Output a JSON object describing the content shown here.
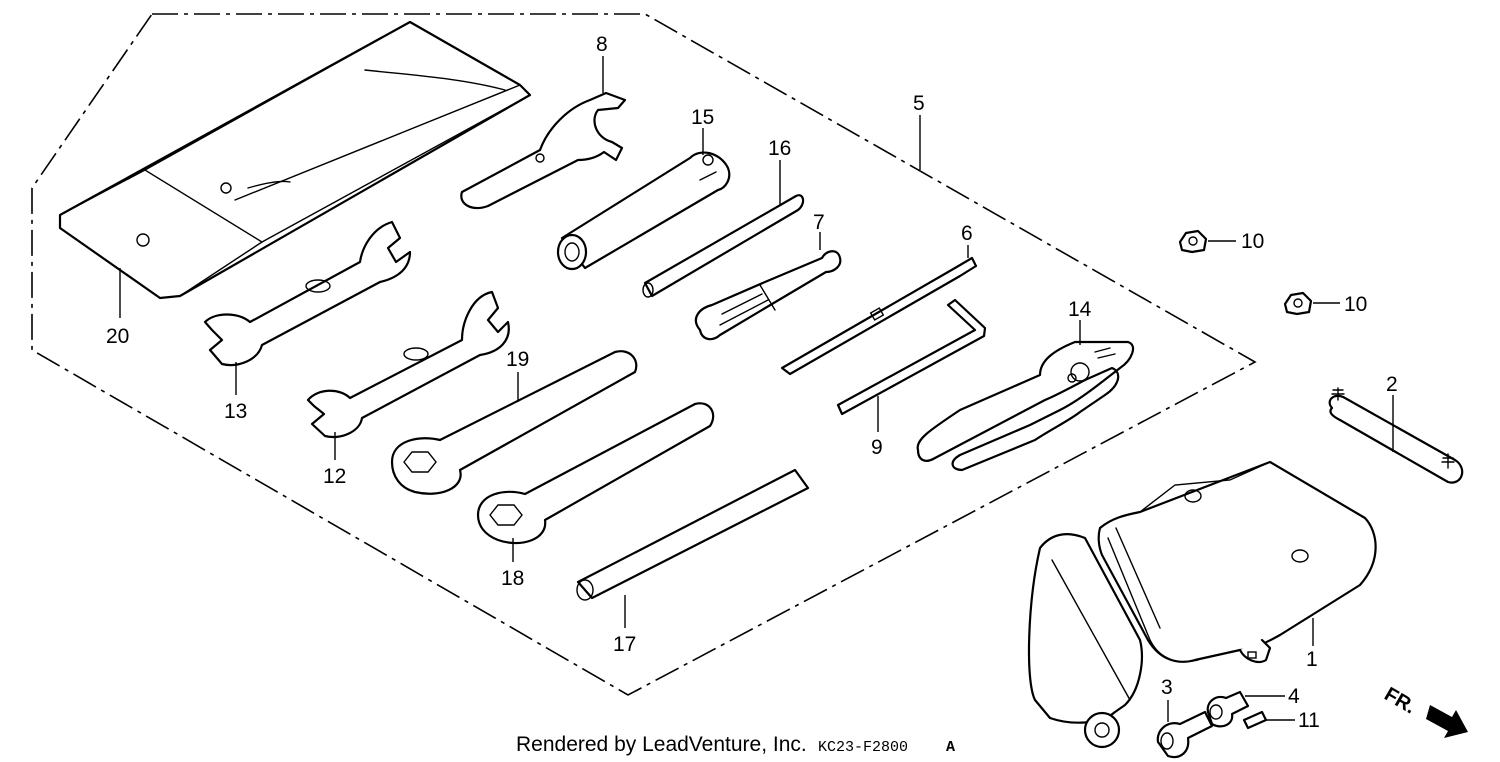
{
  "parts": [
    {
      "id": "p1",
      "number": "1"
    },
    {
      "id": "p2",
      "number": "2"
    },
    {
      "id": "p3",
      "number": "3"
    },
    {
      "id": "p4",
      "number": "4"
    },
    {
      "id": "p5",
      "number": "5"
    },
    {
      "id": "p6",
      "number": "6"
    },
    {
      "id": "p7",
      "number": "7"
    },
    {
      "id": "p8",
      "number": "8"
    },
    {
      "id": "p9",
      "number": "9"
    },
    {
      "id": "p10a",
      "number": "10"
    },
    {
      "id": "p10b",
      "number": "10"
    },
    {
      "id": "p11",
      "number": "11"
    },
    {
      "id": "p12",
      "number": "12"
    },
    {
      "id": "p13",
      "number": "13"
    },
    {
      "id": "p14",
      "number": "14"
    },
    {
      "id": "p15",
      "number": "15"
    },
    {
      "id": "p16",
      "number": "16"
    },
    {
      "id": "p17",
      "number": "17"
    },
    {
      "id": "p18",
      "number": "18"
    },
    {
      "id": "p19",
      "number": "19"
    },
    {
      "id": "p20",
      "number": "20"
    }
  ],
  "footer": {
    "credit": "Rendered by LeadVenture, Inc.",
    "code": "KC23-F2800",
    "suffix": "A"
  },
  "direction": {
    "label": "FR."
  }
}
